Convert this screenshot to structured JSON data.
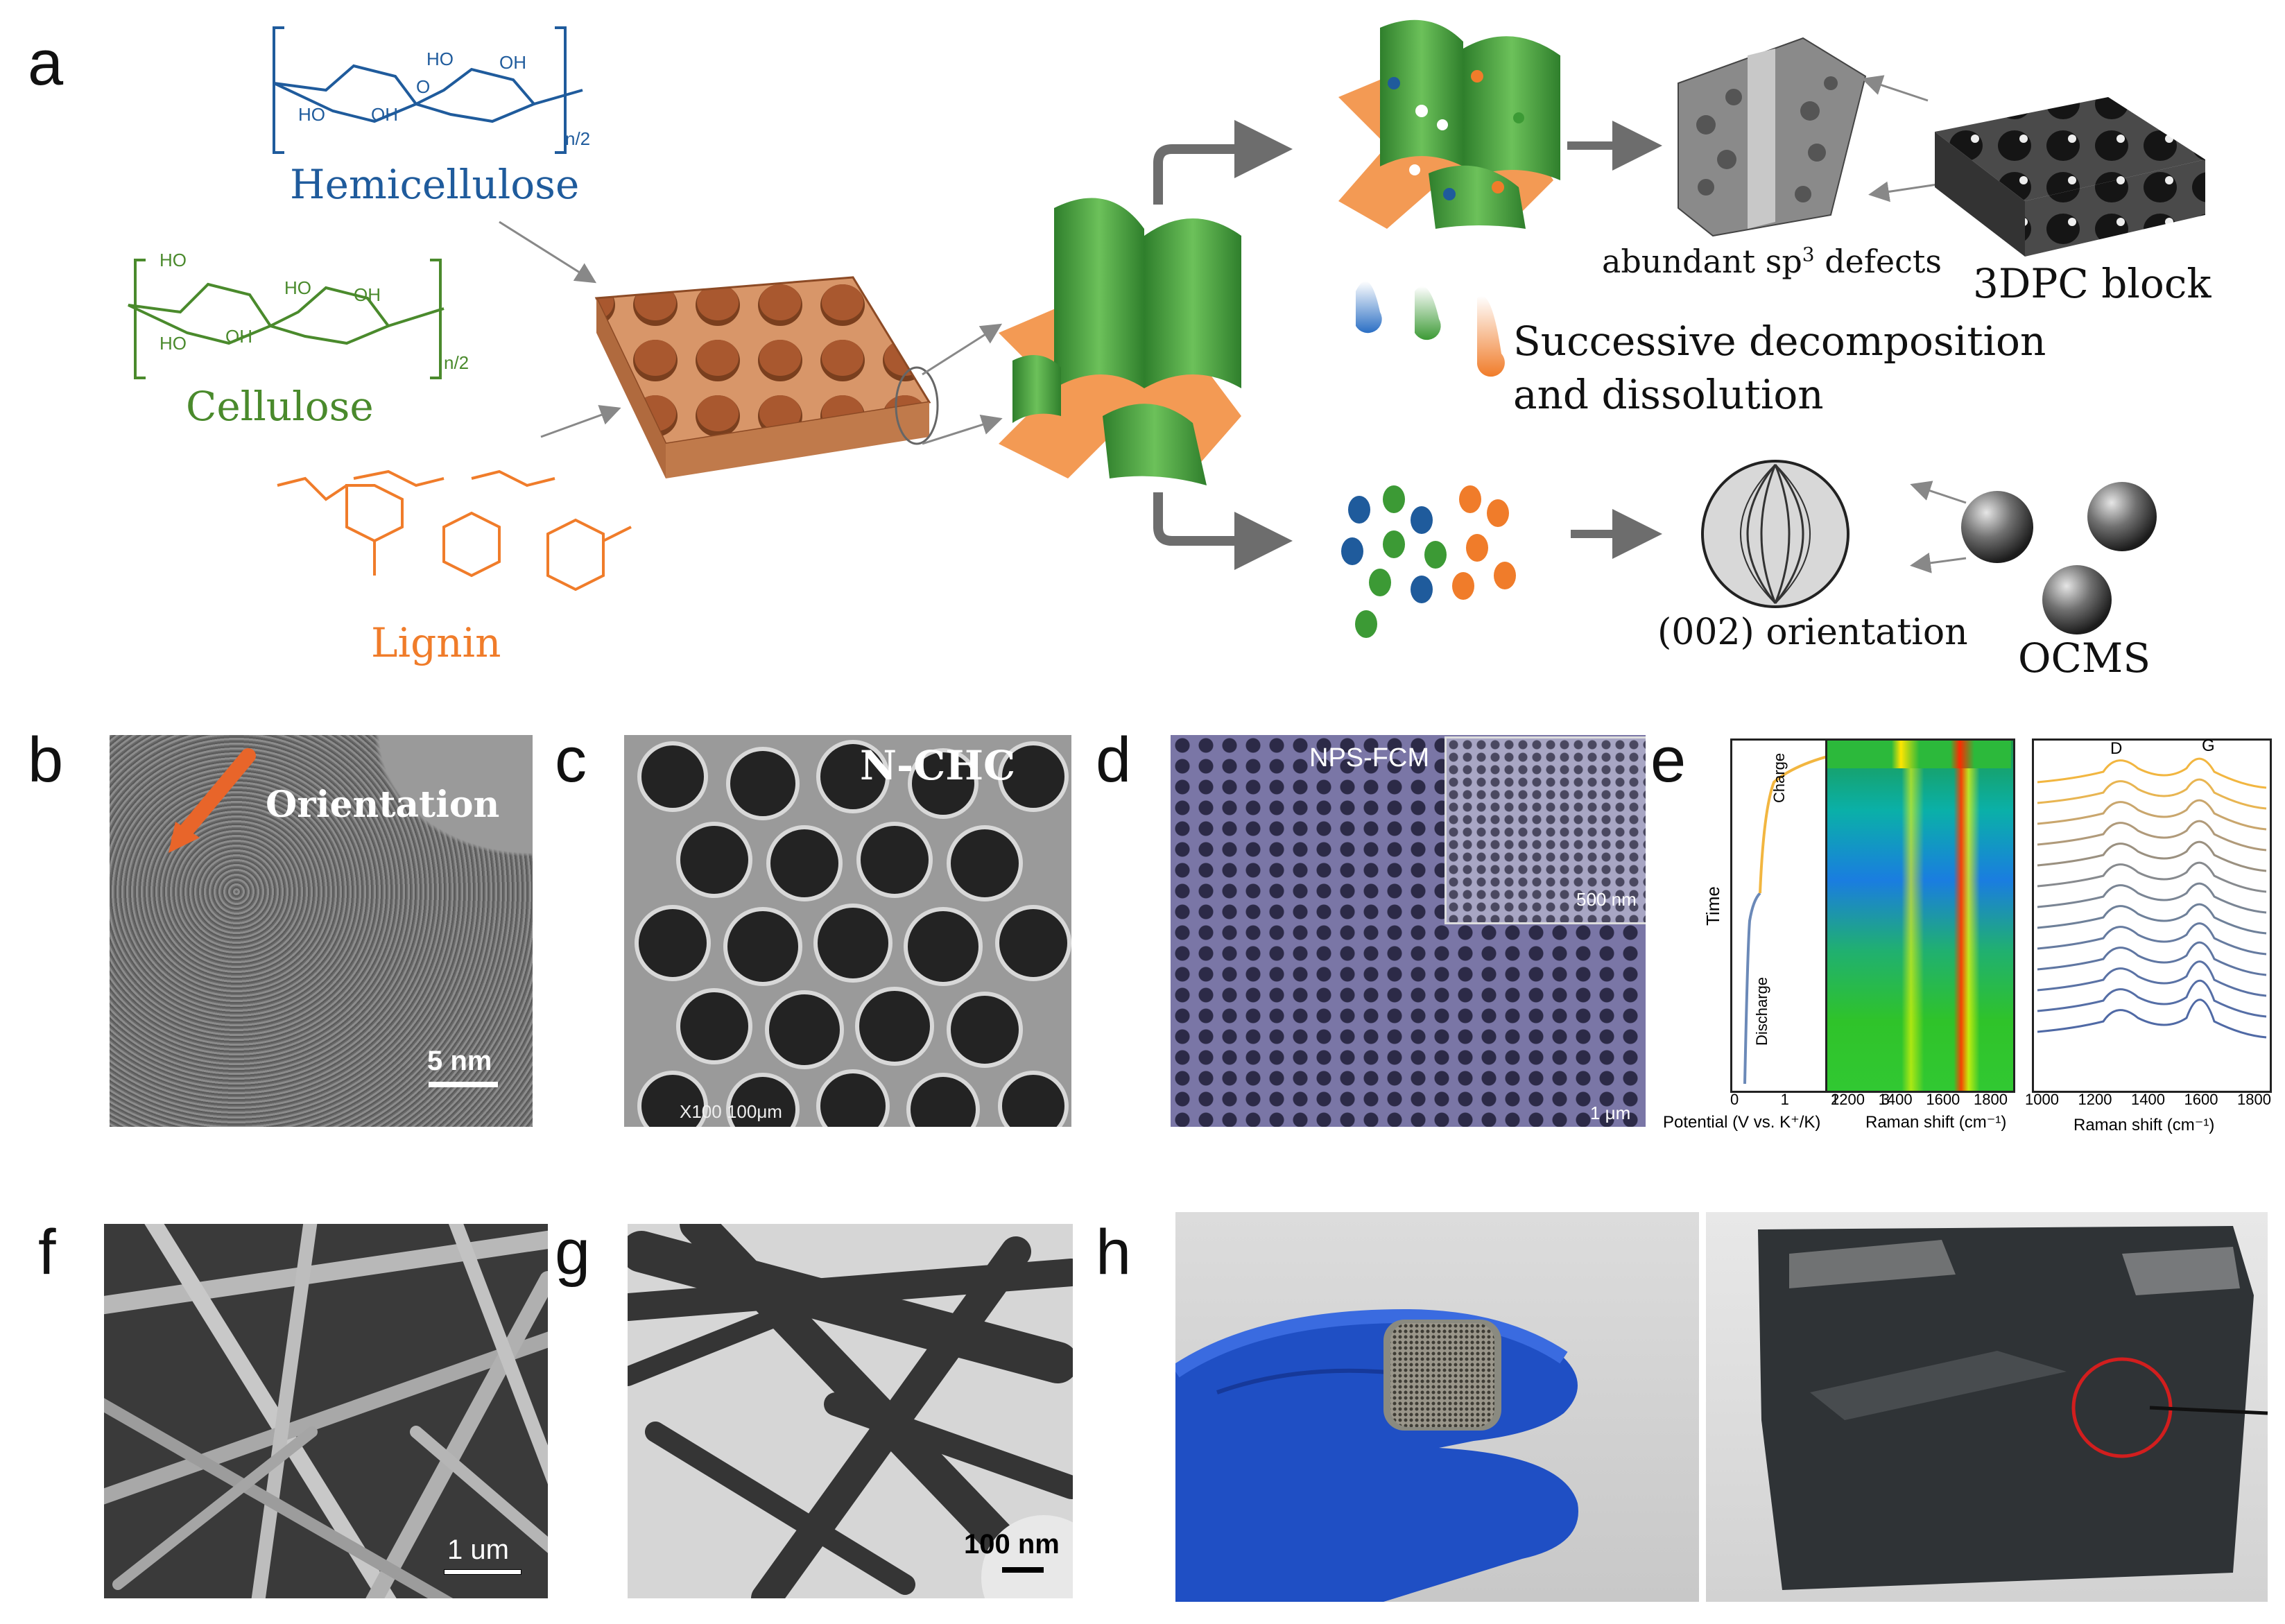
{
  "panels": {
    "a": "a",
    "b": "b",
    "c": "c",
    "d": "d",
    "e": "e",
    "f": "f",
    "g": "g",
    "h": "h"
  },
  "panel_a": {
    "hemicellulose": "Hemicellulose",
    "cellulose": "Cellulose",
    "lignin": "Lignin",
    "n2_hemi": "n/2",
    "n2_cell": "n/2",
    "sp3_pre": "abundant sp",
    "sp3_sup": "3",
    "sp3_post": " defects",
    "block_3dpc": "3DPC block",
    "successive_line1": "Successive decomposition",
    "successive_line2": "and dissolution",
    "orientation_002": "(002) orientation",
    "ocms": "OCMS",
    "chem_ho_1": "HO",
    "chem_oh_1": "OH",
    "chem_ho_2": "HO",
    "chem_oh_2": "OH",
    "chem_o_1": "O",
    "chem_ho_3": "HO",
    "chem_oh_3": "OH",
    "chem_ho_4": "HO",
    "chem_oh_4": "OH",
    "chem_ho_5": "HO"
  },
  "panel_b": {
    "label": "Orientation",
    "scale": "5 nm"
  },
  "panel_c": {
    "label": "N-CHC",
    "scale_text": "X100  100μm"
  },
  "panel_d": {
    "label": "NPS-FCM",
    "inset_scale": "500 nm",
    "scale": "1 μm"
  },
  "panel_e": {
    "time": "Time",
    "charge": "Charge",
    "discharge": "Discharge",
    "xlabel_potential": "Potential (V vs. K⁺/K)",
    "xlabel_raman1": "Raman shift (cm⁻¹)",
    "xlabel_raman2": "Raman shift (cm⁻¹)",
    "peak_d": "D",
    "peak_g": "G",
    "ticks_potential": [
      "0",
      "1",
      "2",
      "3"
    ],
    "ticks_raman1": [
      "1200",
      "1400",
      "1600",
      "1800"
    ],
    "ticks_raman2": [
      "1000",
      "1200",
      "1400",
      "1600",
      "1800"
    ]
  },
  "panel_f": {
    "scale": "1 um"
  },
  "panel_g": {
    "scale": "100 nm"
  },
  "colors": {
    "hemicellulose": "#1f5b9c",
    "cellulose": "#4a8a2c",
    "lignin": "#f07c2a",
    "wood": "#c97c4f",
    "tube_green": "#3f9a3a",
    "tube_orange": "#f39a54",
    "arrow_gray": "#6d6d6d",
    "glove_blue": "#1f4fc4"
  }
}
